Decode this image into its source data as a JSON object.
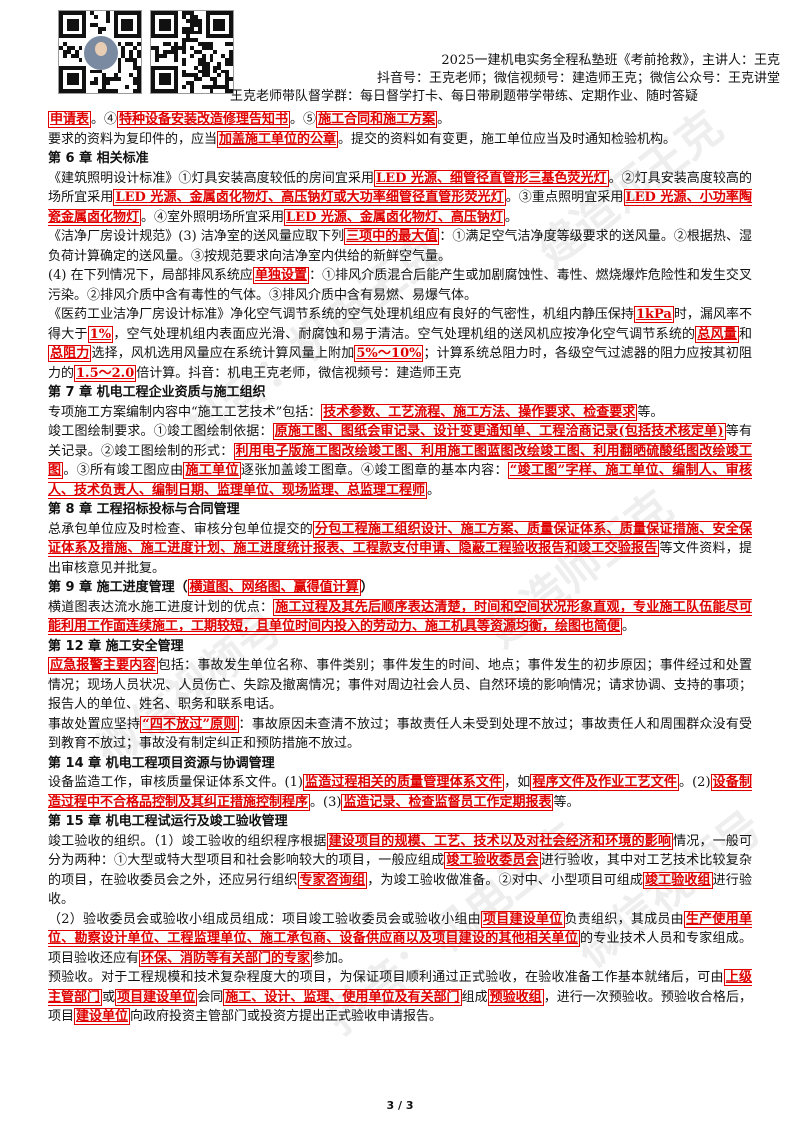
{
  "header": {
    "line1": "2025一建机电实务全程私塾班《考前抢救》，主讲人：王克",
    "line2": "抖音号：王克老师；微信视频号：建造师王克；微信公众号：王克讲堂",
    "line3": "王克老师带队督学群：每日督学打卡、每日带刷题带学带练、定期作业、随时答疑"
  },
  "watermarks": [
    "建造师王克",
    "抖音：机电王克",
    "微信视频号",
    "建造师王克",
    "抖音：机电王克",
    "微信视频号"
  ],
  "page_number": "3 / 3",
  "p1": [
    "申请表",
    "。④",
    "特种设备安装改造修理告知书",
    "。⑤",
    "施工合同和施工方案",
    "。"
  ],
  "p2": [
    "要求的资料为复印件的，应当",
    "加盖施工单位的公章",
    "。提交的资料如有变更，施工单位应当及时通知检验机构。"
  ],
  "ch6": "第 6 章  相关标准",
  "p3": [
    "《建筑照明设计标准》①灯具安装高度较低的房间宜采用",
    "LED 光源、细管径直管形三基色荧光灯",
    "。②灯具安装高度较高的场所宜采用",
    "LED 光源、金属卤化物灯、高压钠灯或大功率细管径直管形荧光灯",
    "。③重点照明宜采用",
    "LED 光源、小功率陶瓷金属卤化物灯",
    "。④室外照明场所宜采用",
    "LED 光源、金属卤化物灯、高压钠灯",
    "。"
  ],
  "p4": [
    "《洁净厂房设计规范》(3) 洁净室的送风量应取下列",
    "三项中的最大值",
    "：①满足空气洁净度等级要求的送风量。②根据热、湿负荷计算确定的送风量。③按规范要求向洁净室内供给的新鲜空气量。"
  ],
  "p5": [
    "(4) 在下列情况下，局部排风系统应",
    "单独设置",
    "：①排风介质混合后能产生或加剧腐蚀性、毒性、燃烧爆炸危险性和发生交叉污染。②排风介质中含有毒性的气体。③排风介质中含有易燃、易爆气体。"
  ],
  "p6": [
    "《医药工业洁净厂房设计标准》净化空气调节系统的空气处理机组应有良好的气密性，机组内静压保持",
    "1kPa",
    "时，漏风率不得大于",
    "1%",
    "，空气处理机组内表面应光滑、耐腐蚀和易于清洁。空气处理机组的送风机应按净化空气调节系统的",
    "总风量",
    "和",
    "总阻力",
    "选择，风机选用风量应在系统计算风量上附加",
    "5%～10%",
    "；计算系统总阻力时，各级空气过滤器的阻力应按其初阻力的",
    "1.5～2.0",
    "倍计算。抖音：机电王克老师，微信视频号：建造师王克"
  ],
  "ch7": "第 7 章  机电工程企业资质与施工组织",
  "p7": [
    "专项施工方案编制内容中“施工工艺技术”包括：",
    "技术参数、工艺流程、施工方法、操作要求、检查要求",
    "等。"
  ],
  "p8": [
    "竣工图绘制要求。①竣工图绘制依据：",
    "原施工图、图纸会审记录、设计变更通知单、工程洽商记录(包括技术核定单)",
    "等有关记录。②竣工图绘制的形式：",
    "利用电子版施工图改绘竣工图、利用施工图蓝图改绘竣工图、利用翻晒硫酸纸图改绘竣工图",
    "。③所有竣工图应由",
    "施工单位",
    "逐张加盖竣工图章。④竣工图章的基本内容：",
    "“竣工图”字样、施工单位、编制人、审核人、技术负责人、编制日期、监理单位、现场监理、总监理工程师",
    "。"
  ],
  "ch8": "第 8 章  工程招标投标与合同管理",
  "p9": [
    "总承包单位应及时检查、审核分包单位提交的",
    "分包工程施工组织设计、施工方案、质量保证体系、质量保证措施、安全保证体系及措施、施工进度计划、施工进度统计报表、工程款支付申请、隐蔽工程验收报告和竣工交验报告",
    "等文件资料，提出审核意见并批复。"
  ],
  "ch9a": "第 9 章  施工进度管理（",
  "ch9b": "横道图、网络图、赢得值计算",
  "ch9c": "）",
  "p10": [
    "横道图表达流水施工进度计划的优点：",
    "施工过程及其先后顺序表达清楚，时间和空间状况形象直观，专业施工队伍能尽可能利用工作面连续施工，工期较短，且单位时间内投入的劳动力、施工机具等资源均衡，绘图也简便",
    "。"
  ],
  "ch12": "第 12 章  施工安全管理",
  "p11": [
    "",
    "应急报警主要内容",
    "包括：事故发生单位名称、事件类别；事件发生的时间、地点；事件发生的初步原因；事件经过和处置情况；现场人员状况、人员伤亡、失踪及撤离情况；事件对周边社会人员、自然环境的影响情况；请求协调、支持的事项；报告人的单位、姓名、职务和联系电话。"
  ],
  "p12": [
    "事故处置应坚持",
    "“四不放过”原则",
    "：事故原因未查清不放过；事故责任人未受到处理不放过；事故责任人和周围群众没有受到教育不放过；事故没有制定纠正和预防措施不放过。"
  ],
  "ch14": "第 14 章  机电工程项目资源与协调管理",
  "p13": [
    "设备监造工作，审核质量保证体系文件。(1)",
    "监造过程相关的质量管理体系文件",
    "，如",
    "程序文件及作业工艺文件",
    "。(2)",
    "设备制造过程中不合格品控制及其纠正措施控制程序",
    "。(3)",
    "监造记录、检查监督员工作定期报表",
    "等。"
  ],
  "ch15": "第 15 章  机电工程试运行及竣工验收管理",
  "p14": [
    "竣工验收的组织。（1）竣工验收的组织程序根据",
    "建设项目的规模、工艺、技术以及对社会经济和环境的影响",
    "情况，一般可分为两种：①大型或特大型项目和社会影响较大的项目，一般应组成",
    "竣工验收委员会",
    "进行验收，其中对工艺技术比较复杂的项目，在验收委员会之外，还应另行组织",
    "专家咨询组",
    "，为竣工验收做准备。②对中、小型项目可组成",
    "竣工验收组",
    "进行验收。"
  ],
  "p15": [
    "（2）验收委员会或验收小组成员组成：项目竣工验收委员会或验收小组由",
    "项目建设单位",
    "负责组织，其成员由",
    "生产使用单位、勘察设计单位、工程监理单位、施工承包商、设备供应商以及项目建设的其他相关单位",
    "的专业技术人员和专家组成。项目验收还应有",
    "环保、消防等有关部门的专家",
    "参加。"
  ],
  "p16": [
    "预验收。对于工程规模和技术复杂程度大的项目，为保证项目顺利通过正式验收，在验收准备工作基本就绪后，可由",
    "上级主管部门",
    "或",
    "项目建设单位",
    "会同",
    "施工、设计、监理、使用单位及有关部门",
    "组成",
    "预验收组",
    "，进行一次预验收。预验收合格后，项目",
    "建设单位",
    "向政府投资主管部门或投资方提出正式验收申请报告。"
  ]
}
